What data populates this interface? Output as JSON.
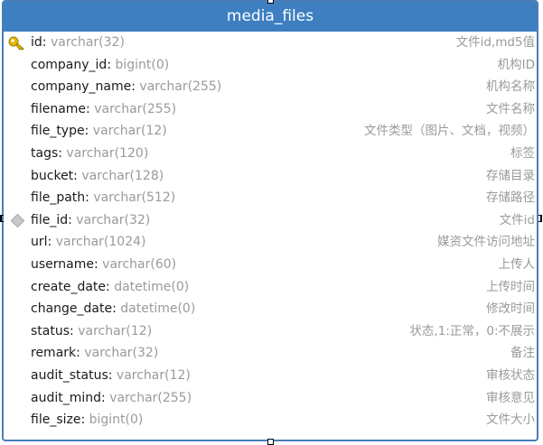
{
  "table": {
    "name": "media_files",
    "columns": [
      {
        "name": "id",
        "type": "varchar(32)",
        "comment": "文件id,md5值",
        "key": "primary"
      },
      {
        "name": "company_id",
        "type": "bigint(0)",
        "comment": "机构ID",
        "key": ""
      },
      {
        "name": "company_name",
        "type": "varchar(255)",
        "comment": "机构名称",
        "key": ""
      },
      {
        "name": "filename",
        "type": "varchar(255)",
        "comment": "文件名称",
        "key": ""
      },
      {
        "name": "file_type",
        "type": "varchar(12)",
        "comment": "文件类型（图片、文档，视频）",
        "key": ""
      },
      {
        "name": "tags",
        "type": "varchar(120)",
        "comment": "标签",
        "key": ""
      },
      {
        "name": "bucket",
        "type": "varchar(128)",
        "comment": "存储目录",
        "key": ""
      },
      {
        "name": "file_path",
        "type": "varchar(512)",
        "comment": "存储路径",
        "key": ""
      },
      {
        "name": "file_id",
        "type": "varchar(32)",
        "comment": "文件id",
        "key": "foreign"
      },
      {
        "name": "url",
        "type": "varchar(1024)",
        "comment": "媒资文件访问地址",
        "key": ""
      },
      {
        "name": "username",
        "type": "varchar(60)",
        "comment": "上传人",
        "key": ""
      },
      {
        "name": "create_date",
        "type": "datetime(0)",
        "comment": "上传时间",
        "key": ""
      },
      {
        "name": "change_date",
        "type": "datetime(0)",
        "comment": "修改时间",
        "key": ""
      },
      {
        "name": "status",
        "type": "varchar(12)",
        "comment": "状态,1:正常，0:不展示",
        "key": ""
      },
      {
        "name": "remark",
        "type": "varchar(32)",
        "comment": "备注",
        "key": ""
      },
      {
        "name": "audit_status",
        "type": "varchar(12)",
        "comment": "审核状态",
        "key": ""
      },
      {
        "name": "audit_mind",
        "type": "varchar(255)",
        "comment": "审核意见",
        "key": ""
      },
      {
        "name": "file_size",
        "type": "bigint(0)",
        "comment": "文件大小",
        "key": ""
      }
    ]
  },
  "colors": {
    "header": "#3d7fc1",
    "border": "#4a7ebb",
    "type_text": "#9a9a9a",
    "key_icon": "#e8b90e"
  },
  "icons": {
    "primary": "key-icon",
    "foreign": "diamond-icon"
  }
}
